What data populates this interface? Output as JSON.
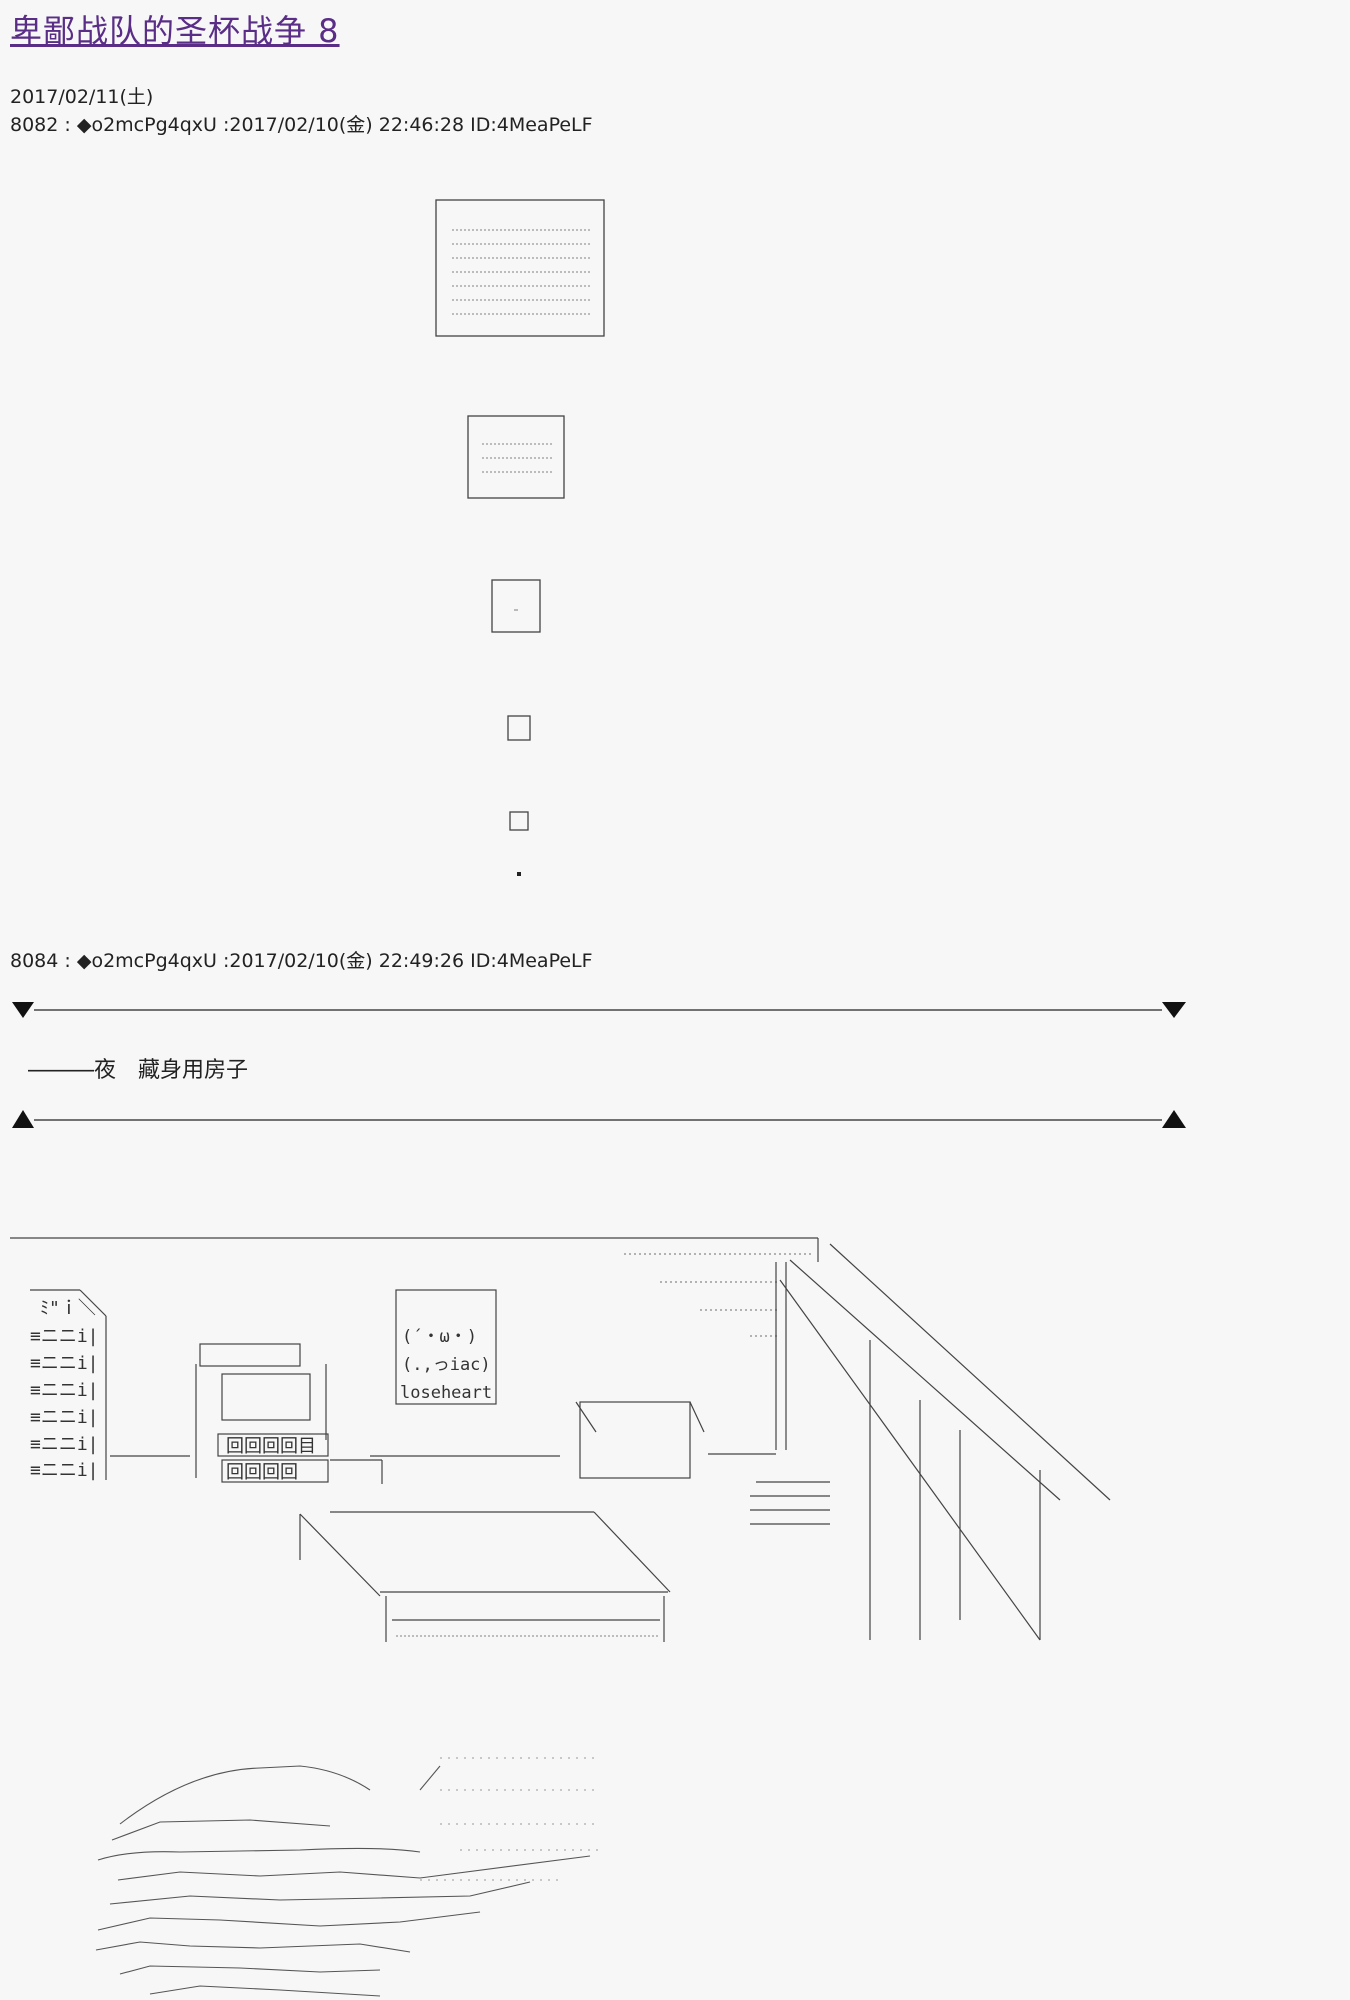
{
  "title": "卑鄙战队的圣杯战争 8",
  "date_line": "2017/02/11(土)",
  "posts": [
    {
      "header": "8082 : ◆o2mcPg4qxU :2017/02/10(金) 22:46:28 ID:4MeaPeLF"
    },
    {
      "header": "8084 : ◆o2mcPg4qxU :2017/02/10(金) 22:49:26 ID:4MeaPeLF"
    }
  ],
  "scene_caption": "―――夜　藏身用房子",
  "art": {
    "face_line1": "(´・ω・)",
    "face_line2": "(.,っiac)",
    "sign_text": "loseheart",
    "shelf_text": "ﾐ\"ｉ＼",
    "rows_text": "≡ニニi|"
  }
}
